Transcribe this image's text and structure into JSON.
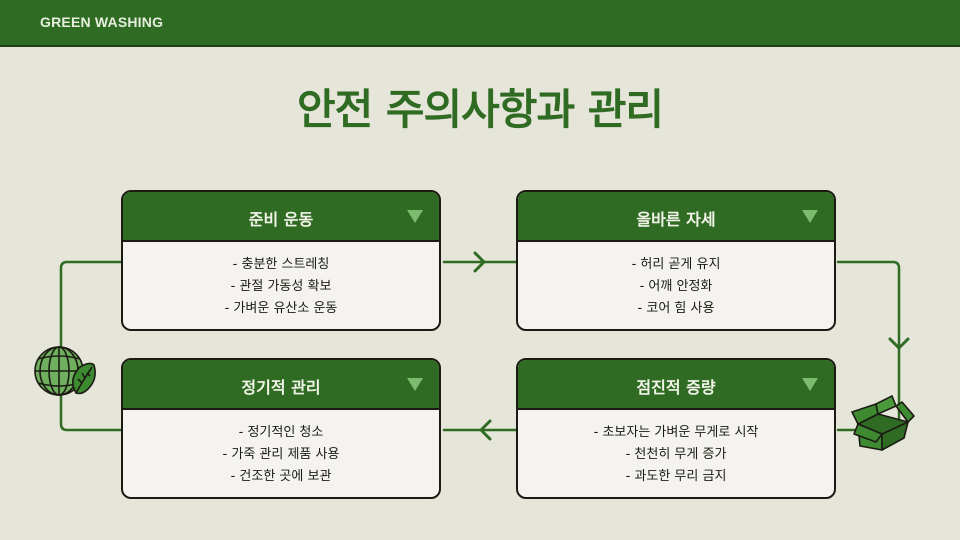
{
  "header": {
    "brand": "GREEN WASHING"
  },
  "title": "안전 주의사항과 관리",
  "colors": {
    "primary_green": "#2f6b22",
    "light_green": "#7cbc6e",
    "background": "#e6e5da",
    "card_body": "#f4f3ef",
    "outline": "#1b1b14"
  },
  "steps": [
    {
      "title": "준비 운동",
      "items": [
        "- 충분한 스트레칭",
        "- 관절 가동성 확보",
        "- 가벼운 유산소 운동"
      ]
    },
    {
      "title": "올바른 자세",
      "items": [
        "- 허리 곧게 유지",
        "- 어깨 안정화",
        "- 코어 힘 사용"
      ]
    },
    {
      "title": "점진적 증량",
      "items": [
        "- 초보자는 가벼운 무게로 시작",
        "- 천천히 무게 증가",
        "- 과도한 무리 금지"
      ]
    },
    {
      "title": "정기적 관리",
      "items": [
        "- 정기적인 청소",
        "- 가죽 관리 제품 사용",
        "- 건조한 곳에 보관"
      ]
    }
  ],
  "icons": {
    "toggle": "triangle-down-icon",
    "left_decoration": "globe-leaf-icon",
    "right_decoration": "open-box-icon",
    "flow_arrows": [
      "arrow-right-icon",
      "arrow-down-icon",
      "arrow-left-icon"
    ]
  }
}
